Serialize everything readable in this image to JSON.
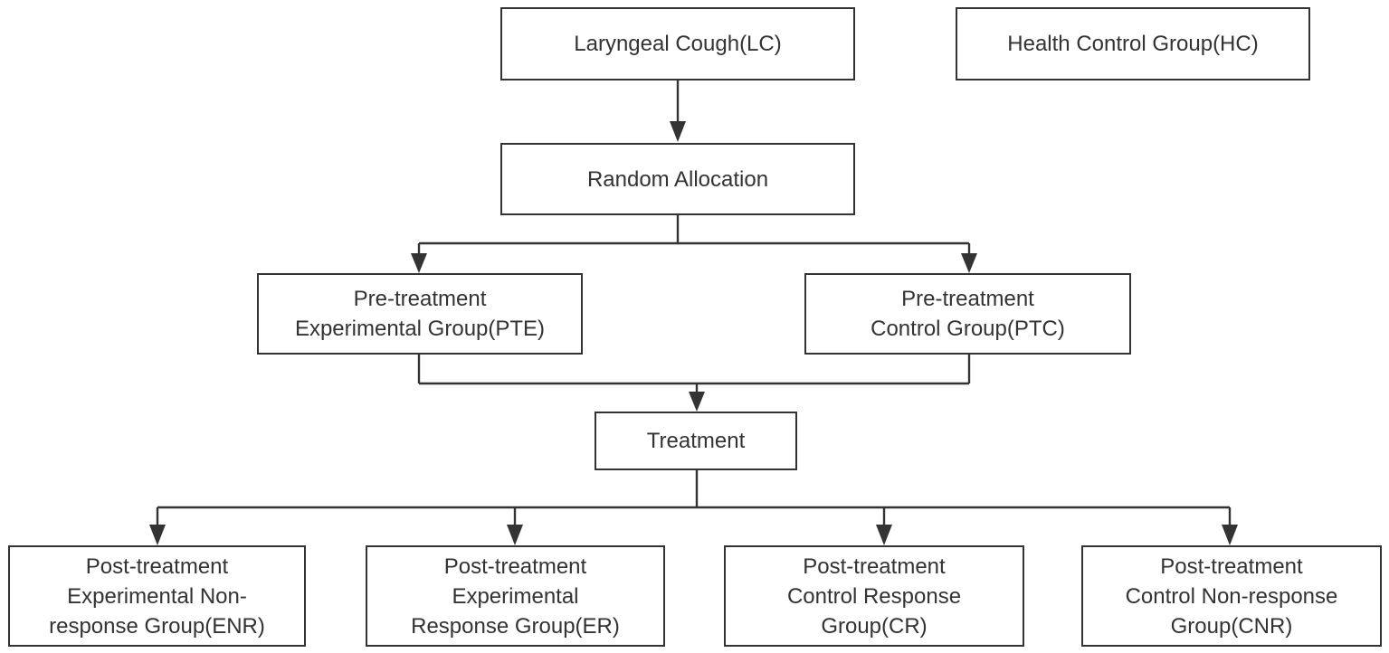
{
  "nodes": {
    "lc": {
      "lines": [
        "Laryngeal Cough(LC)"
      ]
    },
    "hc": {
      "lines": [
        "Health Control Group(HC)"
      ]
    },
    "ra": {
      "lines": [
        "Random Allocation"
      ]
    },
    "pte": {
      "lines": [
        "Pre-treatment",
        "Experimental Group(PTE)"
      ]
    },
    "ptc": {
      "lines": [
        "Pre-treatment",
        "Control Group(PTC)"
      ]
    },
    "treat": {
      "lines": [
        "Treatment"
      ]
    },
    "enr": {
      "lines": [
        "Post-treatment",
        "Experimental Non-",
        "response Group(ENR)"
      ]
    },
    "er": {
      "lines": [
        "Post-treatment",
        "Experimental",
        "Response Group(ER)"
      ]
    },
    "cr": {
      "lines": [
        "Post-treatment",
        "Control Response",
        "Group(CR)"
      ]
    },
    "cnr": {
      "lines": [
        "Post-treatment",
        "Control Non-response",
        "Group(CNR)"
      ]
    }
  },
  "edges": [
    {
      "from": "lc",
      "to": "ra"
    },
    {
      "from": "ra",
      "to": "pte"
    },
    {
      "from": "ra",
      "to": "ptc"
    },
    {
      "from": "pte",
      "to": "treat"
    },
    {
      "from": "ptc",
      "to": "treat"
    },
    {
      "from": "treat",
      "to": "enr"
    },
    {
      "from": "treat",
      "to": "er"
    },
    {
      "from": "treat",
      "to": "cr"
    },
    {
      "from": "treat",
      "to": "cnr"
    }
  ],
  "colors": {
    "line": "#333333",
    "background": "#ffffff"
  }
}
